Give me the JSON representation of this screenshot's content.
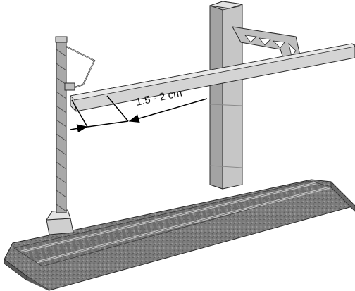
{
  "figure": {
    "measurement_label": "1,5 - 2 cm"
  },
  "colors": {
    "background": "#ffffff",
    "structure_light": "#dcdcdc",
    "structure_mid": "#bdbdbd",
    "structure_dark": "#8f8f8f",
    "track_ballast": "#7a7a7a",
    "track_rail": "#b5b5b5",
    "outline": "#2a2a2a",
    "dimension_line": "#000000"
  },
  "icons": {
    "mast": "catenary-mast",
    "pillar": "bridge-pillar",
    "beam": "contact-wire-beam",
    "track": "rail-track",
    "arrows": "dimension-arrows"
  }
}
